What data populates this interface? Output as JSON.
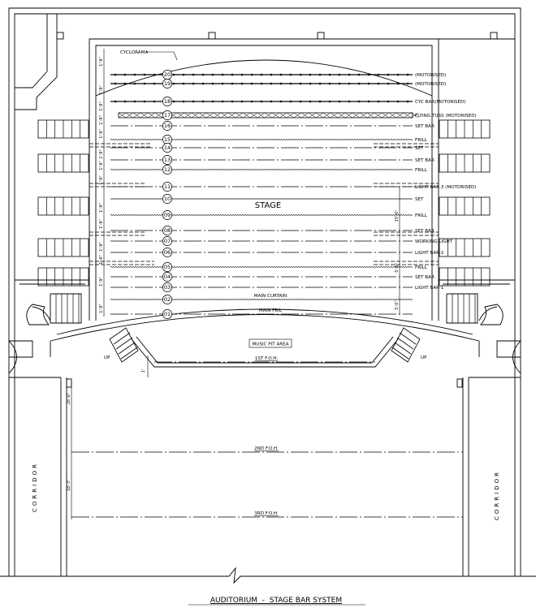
{
  "title": "AUDITORIUM  -  STAGE BAR SYSTEM",
  "labels": {
    "cyclorama": "CYCLORAMA",
    "stage": "STAGE",
    "music_pit": "MUSIC PIT AREA",
    "up_left": "UP",
    "up_right": "UP",
    "corridor_left": "CORRIDOR",
    "corridor_right": "CORRIDOR"
  },
  "stage_bars": [
    {
      "num": "20",
      "label": "(MOTORISED)",
      "style": "dots"
    },
    {
      "num": "19",
      "label": "(MOTORISED)",
      "style": "dots"
    },
    {
      "num": "18",
      "label": "CYC BAR(MOTORISED)",
      "style": "dots"
    },
    {
      "num": "17",
      "label": "FLYING TUSS (MOTORISED)",
      "style": "truss"
    },
    {
      "num": "16",
      "label": "SET BAR",
      "style": "dash"
    },
    {
      "num": "15",
      "label": "FRILL",
      "style": "wave"
    },
    {
      "num": "14",
      "label": "SET",
      "style": "dash"
    },
    {
      "num": "13",
      "label": "SET BAR",
      "style": "dash"
    },
    {
      "num": "12",
      "label": "FRILL",
      "style": "wave"
    },
    {
      "num": "11",
      "label": "LIGHT BAR-3 (MOTORISED)",
      "style": "dash"
    },
    {
      "num": "10",
      "label": "SET",
      "style": "solid"
    },
    {
      "num": "09",
      "label": "FRILL",
      "style": "wave"
    },
    {
      "num": "08",
      "label": "SET BAR",
      "style": "dash"
    },
    {
      "num": "07",
      "label": "WORKING LIGHT",
      "style": "dash"
    },
    {
      "num": "06",
      "label": "LIGHT BAR-2",
      "style": "dash"
    },
    {
      "num": "05",
      "label": "FRILL",
      "style": "wave"
    },
    {
      "num": "04",
      "label": "SET BAR",
      "style": "dash"
    },
    {
      "num": "03",
      "label": "LIGHT BAR-1",
      "style": "dash"
    },
    {
      "num": "02",
      "label": "MAIN CURTAIN",
      "style": "wave"
    },
    {
      "num": "01",
      "label": "MAIN FRIL",
      "style": "dash"
    }
  ],
  "foh_bars": [
    {
      "label": "1ST F.O.H."
    },
    {
      "label": "2ND F.O.H."
    },
    {
      "label": "3RD F.O.H."
    }
  ],
  "dimensions": [
    {
      "text": "1'-9\""
    },
    {
      "text": "1'-9\""
    },
    {
      "text": "1'-9\""
    },
    {
      "text": "1'-9\""
    },
    {
      "text": "1'-9\""
    },
    {
      "text": "1'-9\""
    },
    {
      "text": "1'-9\""
    },
    {
      "text": "1'-9\""
    },
    {
      "text": "1'-9\""
    },
    {
      "text": "1'-9\""
    },
    {
      "text": "1'-9\""
    },
    {
      "text": "1'-9\""
    },
    {
      "text": "1'-9\""
    },
    {
      "text": "1'-9\""
    },
    {
      "text": "15'-6\""
    },
    {
      "text": "5'-0\""
    },
    {
      "text": "5'-0\""
    },
    {
      "text": "26'-6\""
    },
    {
      "text": "18'-3\""
    },
    {
      "text": "1'"
    }
  ]
}
